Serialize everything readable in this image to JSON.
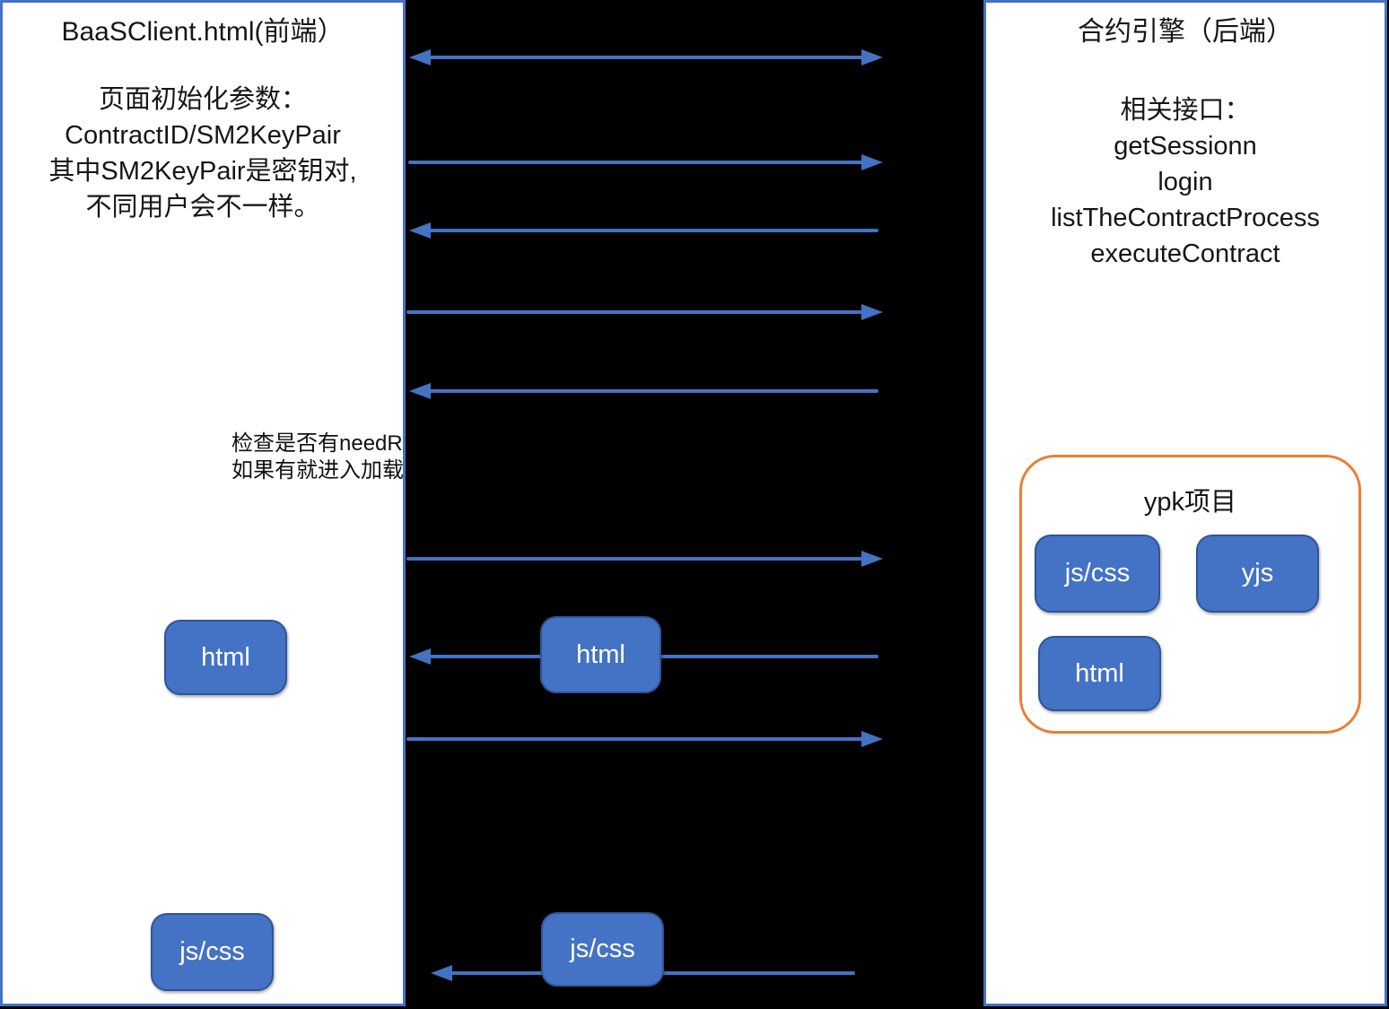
{
  "left_panel": {
    "title": "BaaSClient.html(前端）",
    "description_lines": [
      "页面初始化参数：",
      "ContractID/SM2KeyPair",
      "其中SM2KeyPair是密钥对,",
      "不同用户会不一样。"
    ],
    "note_lines": [
      "检查是否有needR",
      "如果有就进入加载"
    ],
    "html_box_label": "html",
    "jscss_box_label": "js/css"
  },
  "middle_lane": {
    "html_box_label": "html",
    "jscss_box_label": "js/css"
  },
  "right_panel": {
    "title": "合约引擎（后端）",
    "api_heading": "相关接口：",
    "api_lines": [
      "getSessionn",
      "login",
      "listTheContractProcess",
      "executeContract"
    ],
    "ypk": {
      "title": "ypk项目",
      "jscss_box_label": "js/css",
      "yjs_box_label": "yjs",
      "html_box_label": "html"
    }
  },
  "colors": {
    "accent_blue": "#4472C4",
    "box_border_blue": "#2F5597",
    "ypk_orange": "#ED7D31",
    "background": "#000000"
  }
}
